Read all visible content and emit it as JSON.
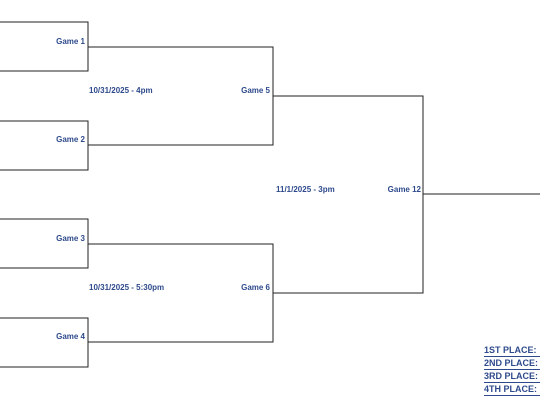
{
  "bracket": {
    "round1": [
      {
        "game": "Game 1"
      },
      {
        "game": "Game 2"
      },
      {
        "game": "Game 3"
      },
      {
        "game": "Game 4"
      }
    ],
    "round2": [
      {
        "game": "Game 5",
        "date": "10/31/2025 - 4pm"
      },
      {
        "game": "Game 6",
        "date": "10/31/2025 - 5:30pm"
      }
    ],
    "final": {
      "game": "Game 12",
      "date": "11/1/2025 - 3pm"
    }
  },
  "standings": [
    {
      "label": "1ST PLACE:"
    },
    {
      "label": "2ND PLACE:"
    },
    {
      "label": "3RD PLACE:"
    },
    {
      "label": "4TH PLACE:"
    }
  ],
  "colors": {
    "text": "#2e4a8c",
    "line": "#222222"
  }
}
